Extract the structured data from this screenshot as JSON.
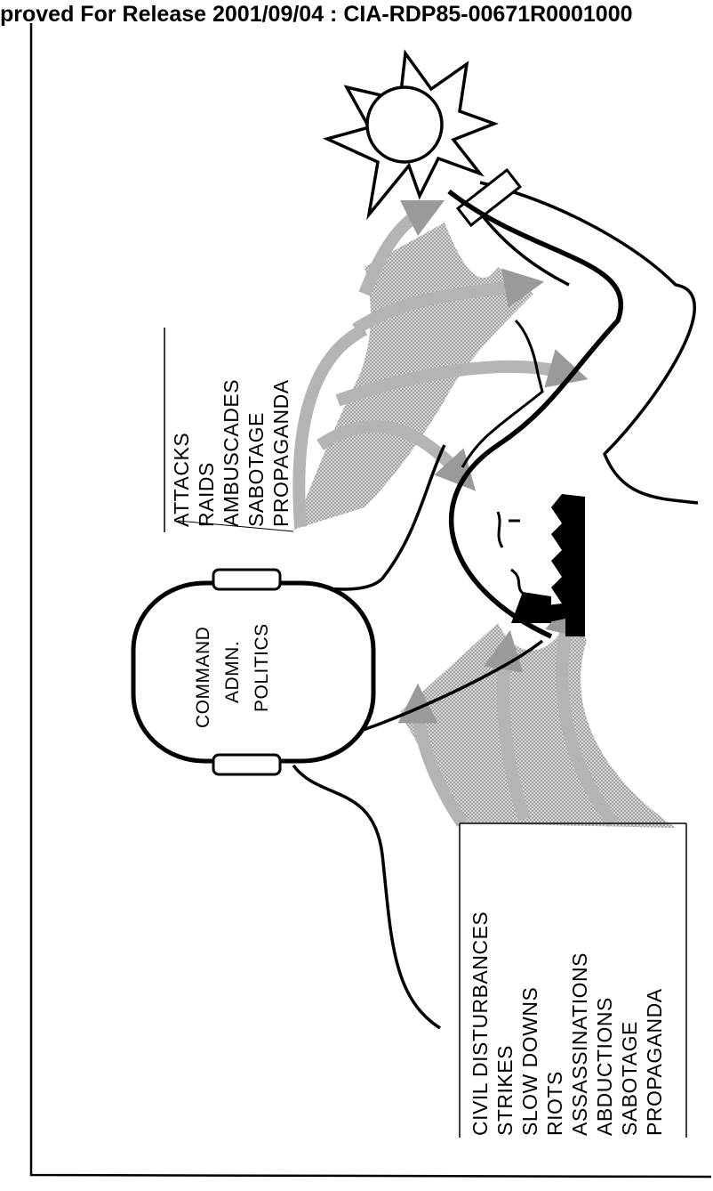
{
  "header": {
    "release_stamp": "proved For Release 2001/09/04 : CIA-RDP85-00671R0001000"
  },
  "hub": {
    "lines": [
      "COMMAND",
      "ADMN.",
      "POLITICS"
    ]
  },
  "upper_list": {
    "items": [
      "ATTACKS",
      "RAIDS",
      "AMBUSCADES",
      "SABOTAGE",
      "PROPAGANDA"
    ]
  },
  "lower_list": {
    "items": [
      "CIVIL DISTURBANCES",
      "STRIKES",
      "SLOW DOWNS",
      "RIOTS",
      "ASSASSINATIONS",
      "ABDUCTIONS",
      "SABOTAGE",
      "PROPAGANDA"
    ]
  },
  "colors": {
    "ink": "#000000",
    "shade": "#b8b8b8",
    "paper": "#ffffff"
  }
}
